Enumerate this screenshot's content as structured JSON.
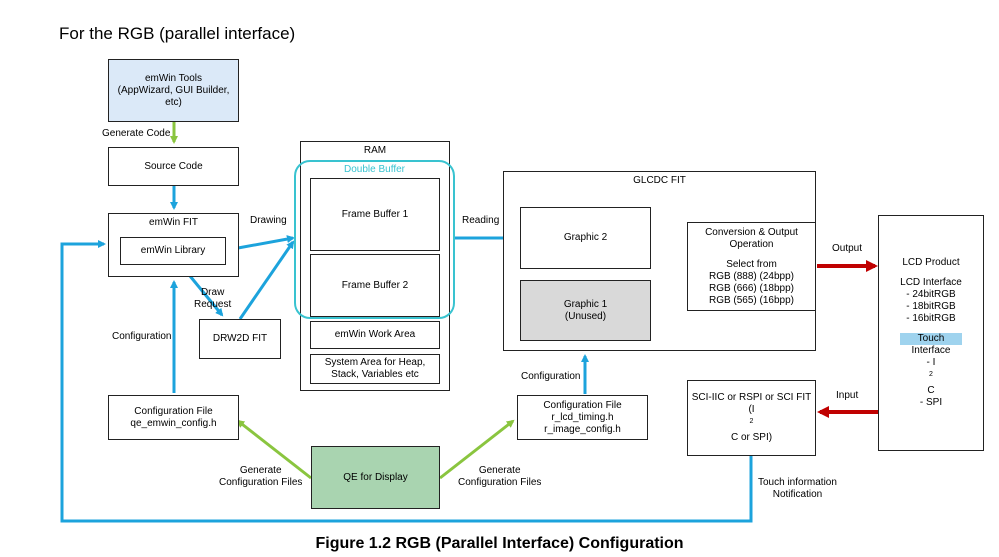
{
  "heading": "For the RGB (parallel interface)",
  "caption": "Figure 1.2 RGB (Parallel Interface) Configuration",
  "colors": {
    "blue_arrow": "#1ca3dc",
    "green_arrow": "#8ac53f",
    "red_arrow": "#c00000",
    "double_buffer": "#39c3d0",
    "tools_fill": "#dbe9f8",
    "qe_fill": "#a9d4b0",
    "graphic1_fill": "#d9d9d9"
  },
  "blocks": {
    "emwin_tools": [
      "emWin Tools",
      "(AppWizard, GUI Builder,",
      "etc)"
    ],
    "source_code": "Source Code",
    "emwin_fit": "emWin FIT",
    "emwin_library": "emWin Library",
    "drw2d_fit": "DRW2D FIT",
    "config_file_left": [
      "Configuration File",
      "qe_emwin_config.h"
    ],
    "qe_display": "QE for Display",
    "ram": "RAM",
    "double_buffer": "Double Buffer",
    "frame_buffer_1": "Frame Buffer 1",
    "frame_buffer_2": "Frame Buffer 2",
    "emwin_work_area": "emWin Work Area",
    "system_area": [
      "System Area for Heap,",
      "Stack, Variables etc"
    ],
    "glcdc_fit": "GLCDC FIT",
    "graphic2": "Graphic 2",
    "graphic1": [
      "Graphic 1",
      "(Unused)"
    ],
    "conversion": {
      "title": [
        "Conversion & Output",
        "Operation"
      ],
      "select_from": "Select from",
      "options": [
        "RGB (888) (24bpp)",
        "RGB (666) (18bpp)",
        "RGB (565) (16bpp)"
      ]
    },
    "config_file_right": [
      "Configuration File",
      "r_lcd_timing.h",
      "r_image_config.h"
    ],
    "sci": {
      "line1": "SCI-IIC or RSPI or SCI FIT",
      "line2_pre": "(I",
      "line2_sup": "2",
      "line2_post": "C or SPI)"
    },
    "lcd": {
      "title": "LCD Product",
      "interface": "LCD Interface",
      "formats": [
        "- 24bitRGB",
        "- 18bitRGB",
        "- 16bitRGB"
      ],
      "touch_word": "Touch",
      "touch_rest": " Interface",
      "touch_i2c_pre": "- I",
      "touch_i2c_sup": "2",
      "touch_i2c_post": "C",
      "touch_spi": "- SPI"
    }
  },
  "labels": {
    "generate_code": "Generate Code",
    "drawing": "Drawing",
    "draw_request": [
      "Draw",
      "Request"
    ],
    "configuration_left": "Configuration",
    "reading": "Reading",
    "output": "Output",
    "input": "Input",
    "configuration_right": "Configuration",
    "generate_config_left": [
      "Generate",
      "Configuration Files"
    ],
    "generate_config_right": [
      "Generate",
      "Configuration Files"
    ],
    "touch_info": [
      "Touch information",
      "Notification"
    ]
  }
}
